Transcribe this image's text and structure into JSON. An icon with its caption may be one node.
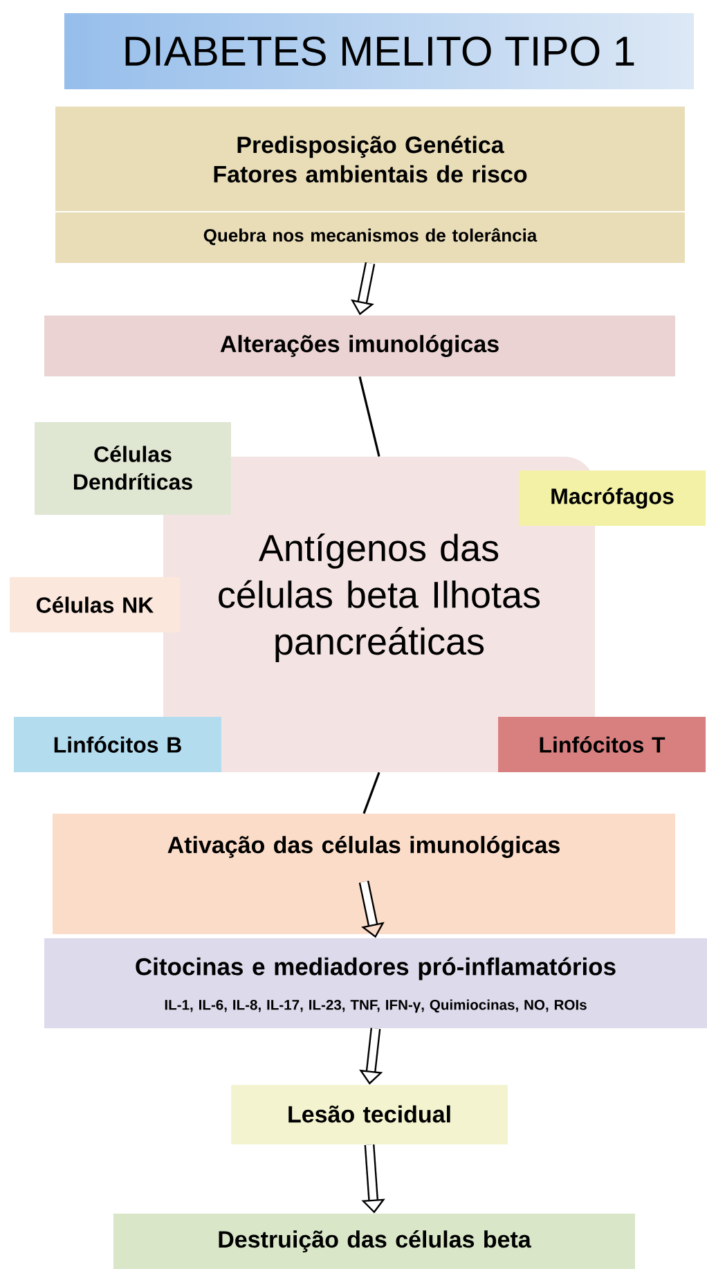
{
  "diagram": {
    "title": "DIABETES MELITO TIPO 1",
    "nodes": [
      {
        "text": [
          "Predisposição Genética Fatores ambientais de risco",
          "Quebra nos mecanismos de tolerância"
        ]
      },
      {
        "text": [
          "Alterações imunológicas"
        ]
      },
      {
        "text": [
          "Antígenos das células beta Ilhotas pancreáticas"
        ]
      },
      {
        "text": [
          "Células Dendríticas"
        ]
      },
      {
        "text": [
          "Macrófagos"
        ]
      },
      {
        "text": [
          "Células NK"
        ]
      },
      {
        "text": [
          "Linfócitos B"
        ]
      },
      {
        "text": [
          "Linfócitos T"
        ]
      },
      {
        "text": [
          "Ativação das células imunológicas"
        ]
      },
      {
        "text": [
          "Citocinas e mediadores pró-inflamatórios",
          "IL-1, IL-6, IL-8, IL-17, IL-23, TNF, IFN-γ, Quimiocinas, NO, ROIs"
        ]
      },
      {
        "text": [
          "Lesão tecidual"
        ]
      },
      {
        "text": [
          "Destruição das células beta"
        ]
      }
    ],
    "edges": [
      {
        "from": 0,
        "to": 1,
        "arrow": "to"
      },
      {
        "from": 1,
        "to": 2,
        "arrow": "none"
      },
      {
        "from": 2,
        "to": 8,
        "arrow": "none"
      },
      {
        "from": 8,
        "to": 9,
        "arrow": "to"
      },
      {
        "from": 9,
        "to": 10,
        "arrow": "to"
      },
      {
        "from": 10,
        "to": 11,
        "arrow": "to"
      }
    ]
  }
}
